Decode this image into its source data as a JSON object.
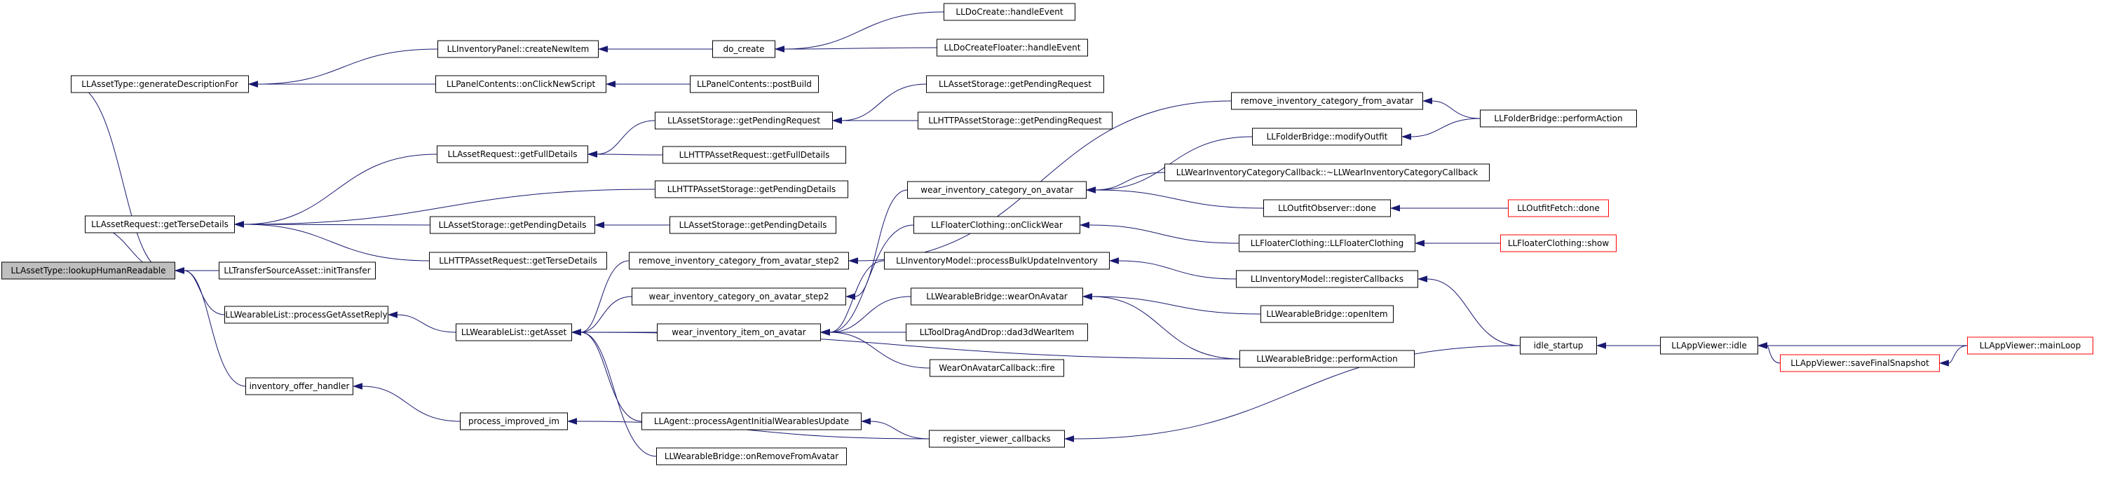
{
  "graph": {
    "edge_color": "#191970",
    "root_fill": "#bfbfbf",
    "truncated_border_color": "#ff0000",
    "nodes": [
      {
        "id": "lookup",
        "label": "LLAssetType::lookupHumanReadable",
        "style": "root"
      },
      {
        "id": "genDesc",
        "label": "LLAssetType::generateDescriptionFor",
        "style": "normal"
      },
      {
        "id": "getTerse",
        "label": "LLAssetRequest::getTerseDetails",
        "style": "normal"
      },
      {
        "id": "initTransfer",
        "label": "LLTransferSourceAsset::initTransfer",
        "style": "normal"
      },
      {
        "id": "procGetAsset",
        "label": "LLWearableList::processGetAssetReply",
        "style": "normal"
      },
      {
        "id": "offerHandler",
        "label": "inventory_offer_handler",
        "style": "normal"
      },
      {
        "id": "createNewItem",
        "label": "LLInventoryPanel::createNewItem",
        "style": "normal"
      },
      {
        "id": "onClickNewScript",
        "label": "LLPanelContents::onClickNewScript",
        "style": "normal"
      },
      {
        "id": "doCreate",
        "label": "do_create",
        "style": "normal"
      },
      {
        "id": "postBuild",
        "label": "LLPanelContents::postBuild",
        "style": "normal"
      },
      {
        "id": "doCreateHandle",
        "label": "LLDoCreate::handleEvent",
        "style": "normal"
      },
      {
        "id": "doCreateFloaterHandle",
        "label": "LLDoCreateFloater::handleEvent",
        "style": "normal"
      },
      {
        "id": "getFullDetails",
        "label": "LLAssetRequest::getFullDetails",
        "style": "normal"
      },
      {
        "id": "httpPendingDetails",
        "label": "LLHTTPAssetStorage::getPendingDetails",
        "style": "normal"
      },
      {
        "id": "storagePendingDetails",
        "label": "LLAssetStorage::getPendingDetails",
        "style": "normal"
      },
      {
        "id": "httpReqTerse",
        "label": "LLHTTPAssetRequest::getTerseDetails",
        "style": "normal"
      },
      {
        "id": "storagePendingRequest",
        "label": "LLAssetStorage::getPendingRequest",
        "style": "normal"
      },
      {
        "id": "httpReqFull",
        "label": "LLHTTPAssetRequest::getFullDetails",
        "style": "normal"
      },
      {
        "id": "storagePendingRequest2",
        "label": "LLAssetStorage::getPendingRequest",
        "style": "normal"
      },
      {
        "id": "httpStoragePendingRequest",
        "label": "LLHTTPAssetStorage::getPendingRequest",
        "style": "normal"
      },
      {
        "id": "storagePendingDetails2",
        "label": "LLAssetStorage::getPendingDetails",
        "style": "normal"
      },
      {
        "id": "getAsset",
        "label": "LLWearableList::getAsset",
        "style": "normal"
      },
      {
        "id": "removeStep2",
        "label": "remove_inventory_category_from_avatar_step2",
        "style": "normal"
      },
      {
        "id": "wearCatStep2",
        "label": "wear_inventory_category_on_avatar_step2",
        "style": "normal"
      },
      {
        "id": "wearItem",
        "label": "wear_inventory_item_on_avatar",
        "style": "normal"
      },
      {
        "id": "agentWearUpdate",
        "label": "LLAgent::processAgentInitialWearablesUpdate",
        "style": "normal"
      },
      {
        "id": "bridgeRemove",
        "label": "LLWearableBridge::onRemoveFromAvatar",
        "style": "normal"
      },
      {
        "id": "processIm",
        "label": "process_improved_im",
        "style": "normal"
      },
      {
        "id": "registerViewer",
        "label": "register_viewer_callbacks",
        "style": "normal"
      },
      {
        "id": "removeCat",
        "label": "remove_inventory_category_from_avatar",
        "style": "normal"
      },
      {
        "id": "wearCat",
        "label": "wear_inventory_category_on_avatar",
        "style": "normal"
      },
      {
        "id": "floaterOnClickWear",
        "label": "LLFloaterClothing::onClickWear",
        "style": "normal"
      },
      {
        "id": "processBulk",
        "label": "LLInventoryModel::processBulkUpdateInventory",
        "style": "normal"
      },
      {
        "id": "bridgeWear",
        "label": "LLWearableBridge::wearOnAvatar",
        "style": "normal"
      },
      {
        "id": "dad3d",
        "label": "LLToolDragAndDrop::dad3dWearItem",
        "style": "normal"
      },
      {
        "id": "wearCbFire",
        "label": "WearOnAvatarCallback::fire",
        "style": "normal"
      },
      {
        "id": "modifyOutfit",
        "label": "LLFolderBridge::modifyOutfit",
        "style": "normal"
      },
      {
        "id": "wearCatCb",
        "label": "LLWearInventoryCategoryCallback::~LLWearInventoryCategoryCallback",
        "style": "normal"
      },
      {
        "id": "outfitDone",
        "label": "LLOutfitObserver::done",
        "style": "normal"
      },
      {
        "id": "floaterClothing",
        "label": "LLFloaterClothing::LLFloaterClothing",
        "style": "normal"
      },
      {
        "id": "registerCallbacks",
        "label": "LLInventoryModel::registerCallbacks",
        "style": "normal"
      },
      {
        "id": "openItem",
        "label": "LLWearableBridge::openItem",
        "style": "normal"
      },
      {
        "id": "bridgePerform",
        "label": "LLWearableBridge::performAction",
        "style": "normal"
      },
      {
        "id": "folderPerform",
        "label": "LLFolderBridge::performAction",
        "style": "normal"
      },
      {
        "id": "outfitFetchDone",
        "label": "LLOutfitFetch::done",
        "style": "red"
      },
      {
        "id": "floaterShow",
        "label": "LLFloaterClothing::show",
        "style": "red"
      },
      {
        "id": "idleStartup",
        "label": "idle_startup",
        "style": "normal"
      },
      {
        "id": "appIdle",
        "label": "LLAppViewer::idle",
        "style": "normal"
      },
      {
        "id": "saveSnapshot",
        "label": "LLAppViewer::saveFinalSnapshot",
        "style": "red"
      },
      {
        "id": "mainLoop",
        "label": "LLAppViewer::mainLoop",
        "style": "red"
      }
    ],
    "edges": [
      [
        "genDesc",
        "lookup"
      ],
      [
        "getTerse",
        "lookup"
      ],
      [
        "initTransfer",
        "lookup"
      ],
      [
        "procGetAsset",
        "lookup"
      ],
      [
        "offerHandler",
        "lookup"
      ],
      [
        "createNewItem",
        "genDesc"
      ],
      [
        "onClickNewScript",
        "genDesc"
      ],
      [
        "doCreate",
        "createNewItem"
      ],
      [
        "postBuild",
        "onClickNewScript"
      ],
      [
        "doCreateHandle",
        "doCreate"
      ],
      [
        "doCreateFloaterHandle",
        "doCreate"
      ],
      [
        "getFullDetails",
        "getTerse"
      ],
      [
        "httpPendingDetails",
        "getTerse"
      ],
      [
        "storagePendingDetails",
        "getTerse"
      ],
      [
        "httpReqTerse",
        "getTerse"
      ],
      [
        "storagePendingRequest",
        "getFullDetails"
      ],
      [
        "httpReqFull",
        "getFullDetails"
      ],
      [
        "storagePendingRequest2",
        "storagePendingRequest"
      ],
      [
        "httpStoragePendingRequest",
        "storagePendingRequest"
      ],
      [
        "storagePendingDetails2",
        "storagePendingDetails"
      ],
      [
        "getAsset",
        "procGetAsset"
      ],
      [
        "processIm",
        "offerHandler"
      ],
      [
        "removeStep2",
        "getAsset"
      ],
      [
        "wearCatStep2",
        "getAsset"
      ],
      [
        "wearItem",
        "getAsset"
      ],
      [
        "agentWearUpdate",
        "getAsset"
      ],
      [
        "bridgeRemove",
        "getAsset"
      ],
      [
        "bridgePerform",
        "getAsset"
      ],
      [
        "registerViewer",
        "processIm"
      ],
      [
        "registerViewer",
        "agentWearUpdate"
      ],
      [
        "removeCat",
        "removeStep2"
      ],
      [
        "wearCat",
        "wearCatStep2"
      ],
      [
        "floaterOnClickWear",
        "wearItem"
      ],
      [
        "processBulk",
        "wearItem"
      ],
      [
        "bridgeWear",
        "wearItem"
      ],
      [
        "dad3d",
        "wearItem"
      ],
      [
        "wearCbFire",
        "wearItem"
      ],
      [
        "modifyOutfit",
        "wearCat"
      ],
      [
        "wearCatCb",
        "wearCat"
      ],
      [
        "outfitDone",
        "wearCat"
      ],
      [
        "floaterClothing",
        "floaterOnClickWear"
      ],
      [
        "registerCallbacks",
        "processBulk"
      ],
      [
        "openItem",
        "bridgeWear"
      ],
      [
        "bridgePerform",
        "bridgeWear"
      ],
      [
        "folderPerform",
        "removeCat"
      ],
      [
        "folderPerform",
        "modifyOutfit"
      ],
      [
        "outfitFetchDone",
        "outfitDone"
      ],
      [
        "floaterShow",
        "floaterClothing"
      ],
      [
        "idleStartup",
        "registerCallbacks"
      ],
      [
        "idleStartup",
        "registerViewer"
      ],
      [
        "appIdle",
        "idleStartup"
      ],
      [
        "saveSnapshot",
        "appIdle"
      ],
      [
        "mainLoop",
        "appIdle"
      ],
      [
        "mainLoop",
        "saveSnapshot"
      ]
    ]
  }
}
